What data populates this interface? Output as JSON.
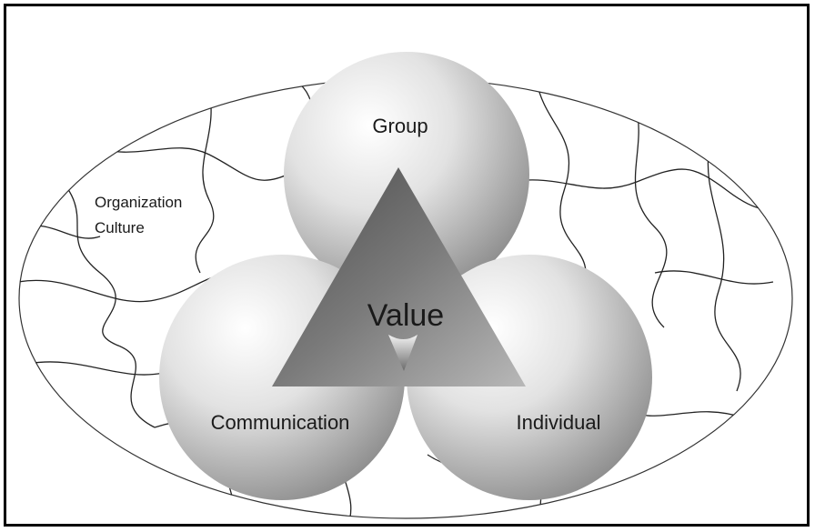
{
  "diagram": {
    "ellipse_label_line1": "Organization",
    "ellipse_label_line2": "Culture",
    "circles": {
      "top": "Group",
      "bottom_left": "Communication",
      "bottom_right": "Individual"
    },
    "center_label": "Value"
  },
  "colors": {
    "border": "#000000",
    "line": "#222222",
    "triangle": "#5c5c5c",
    "sphere_light": "#ffffff",
    "sphere_dark": "#8f8f8f"
  }
}
